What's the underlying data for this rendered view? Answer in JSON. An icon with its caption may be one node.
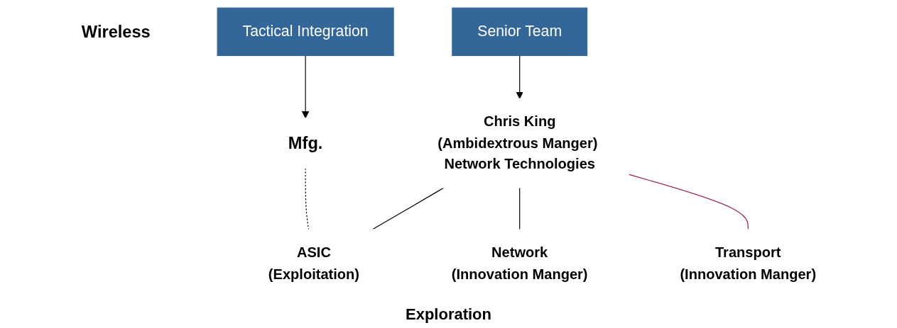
{
  "diagram": {
    "nodes": [
      {
        "text": [
          "Mfg."
        ]
      },
      {
        "text": [
          "Chris King",
          "(Ambidextrous Manger) Network Technologies"
        ]
      },
      {
        "text": [
          "Wireless"
        ]
      },
      {
        "text": [
          "Tactical Integration"
        ]
      },
      {
        "text": [
          "Senior Team"
        ]
      },
      {
        "text": [
          "ASIC",
          "(Exploitation)"
        ]
      },
      {
        "text": [
          "Network",
          "(Innovation Manger)"
        ]
      },
      {
        "text": [
          "Transport",
          "(Innovation Manger)"
        ]
      }
    ],
    "edges": [
      {
        "from": 3,
        "to": 0,
        "arrow": "to"
      },
      {
        "from": 4,
        "to": 1,
        "arrow": "to"
      },
      {
        "from": 0,
        "to": 5,
        "arrow": "none",
        "style": "dashed"
      },
      {
        "from": 1,
        "to": 5,
        "arrow": "none"
      },
      {
        "from": 1,
        "to": 6,
        "arrow": "none"
      },
      {
        "from": 1,
        "to": 7,
        "arrow": "none",
        "color": "#99133b"
      }
    ],
    "labels": [
      "Exploration"
    ]
  }
}
